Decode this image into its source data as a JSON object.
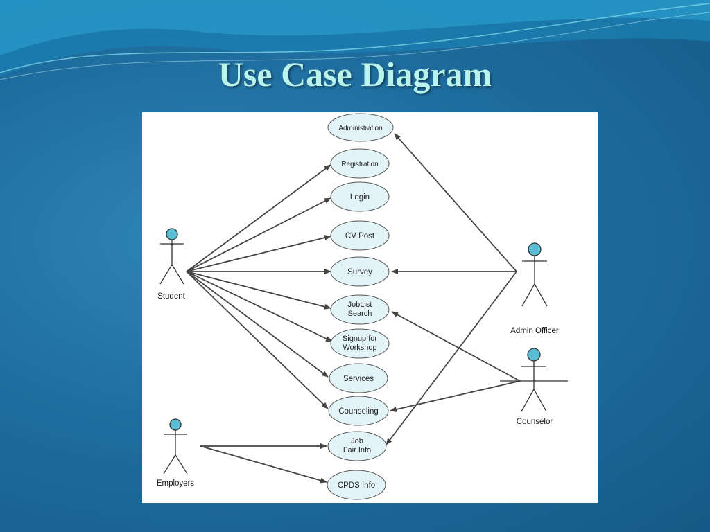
{
  "slide": {
    "title": "Use Case Diagram"
  },
  "colors": {
    "use_case_fill": "#e3f4f9",
    "actor_head": "#5bbcd4",
    "line": "#444444",
    "title": "#b9f3ec"
  },
  "use_cases": {
    "administration": "Administration",
    "registration": "Registration",
    "login": "Login",
    "cv_post": "CV Post",
    "survey": "Survey",
    "joblist_search_1": "JobList",
    "joblist_search_2": "Search",
    "signup_workshop_1": "Signup for",
    "signup_workshop_2": "Workshop",
    "services": "Services",
    "counseling": "Counseling",
    "job_fair_1": "Job",
    "job_fair_2": "Fair Info",
    "cpds_info": "CPDS Info"
  },
  "actors": {
    "student": "Student",
    "employers": "Employers",
    "admin_officer": "Admin Officer",
    "counselor": "Counselor"
  }
}
